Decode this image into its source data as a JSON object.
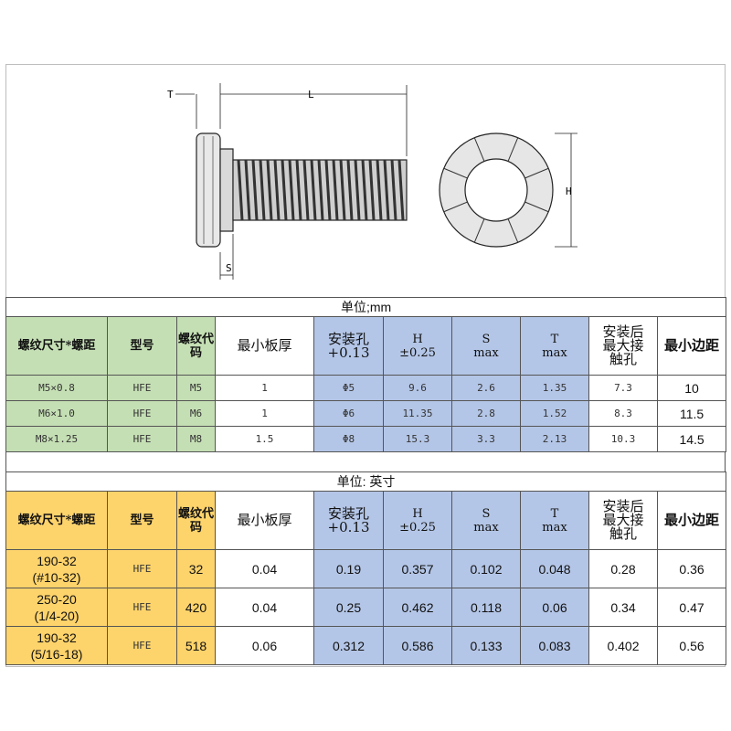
{
  "drawing": {
    "label_T": "T",
    "label_L": "L",
    "label_S": "S",
    "label_H": "H"
  },
  "metric": {
    "unit": "单位;mm",
    "headers": [
      "螺纹尺寸*螺距",
      "型号",
      "螺纹代码",
      "最小板厚",
      "安装孔\n+0.13",
      "H\n±0.25",
      "S\nmax",
      "T\nmax",
      "安装后最大接触孔",
      "最小边距"
    ],
    "rows": [
      [
        "M5×0.8",
        "HFE",
        "M5",
        "1",
        "Φ5",
        "9.6",
        "2.6",
        "1.35",
        "7.3",
        "10"
      ],
      [
        "M6×1.0",
        "HFE",
        "M6",
        "1",
        "Φ6",
        "11.35",
        "2.8",
        "1.52",
        "8.3",
        "11.5"
      ],
      [
        "M8×1.25",
        "HFE",
        "M8",
        "1.5",
        "Φ8",
        "15.3",
        "3.3",
        "2.13",
        "10.3",
        "14.5"
      ]
    ]
  },
  "imperial": {
    "unit": "单位: 英寸",
    "headers": [
      "螺纹尺寸*螺距",
      "型号",
      "螺纹代码",
      "最小板厚",
      "安装孔\n+0.13",
      "H\n±0.25",
      "S\nmax",
      "T\nmax",
      "安装后最大接触孔",
      "最小边距"
    ],
    "rows": [
      [
        "190-32\n(#10-32)",
        "HFE",
        "32",
        "0.04",
        "0.19",
        "0.357",
        "0.102",
        "0.048",
        "0.28",
        "0.36"
      ],
      [
        "250-20\n(1/4-20)",
        "HFE",
        "420",
        "0.04",
        "0.25",
        "0.462",
        "0.118",
        "0.06",
        "0.34",
        "0.47"
      ],
      [
        "190-32\n(5/16-18)",
        "HFE",
        "518",
        "0.06",
        "0.312",
        "0.586",
        "0.133",
        "0.083",
        "0.402",
        "0.56"
      ]
    ]
  },
  "colors": {
    "metric_accent": "#c5dfb4",
    "imperial_accent": "#fdd36b",
    "dimension_accent": "#b4c6e7"
  }
}
